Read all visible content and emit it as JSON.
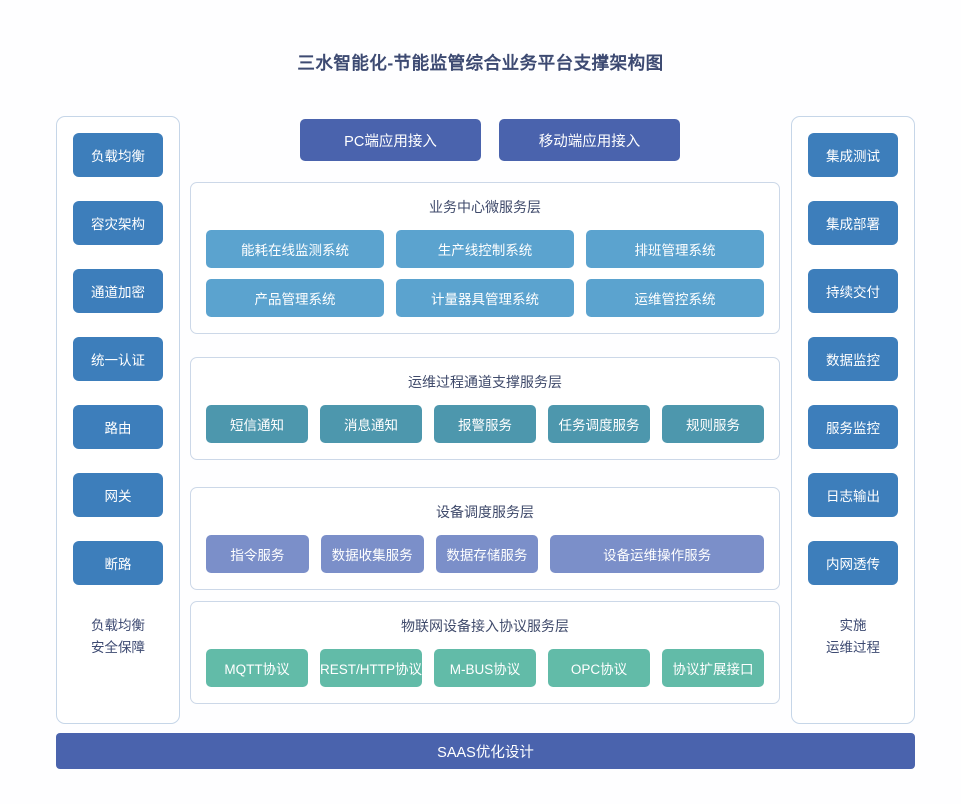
{
  "title": "三水智能化-节能监管综合业务平台支撑架构图",
  "colors": {
    "title_text": "#3d4a72",
    "side_button": "#3d7ebb",
    "access_button": "#4a63ad",
    "business_node": "#5ba3cf",
    "ops_node": "#4d97ad",
    "device_node": "#7b8fc9",
    "protocol_node": "#62bba8",
    "bottom_bar": "#4a63ad",
    "card_border": "#ccd8e8"
  },
  "left_column": {
    "items": [
      {
        "label": "负载均衡"
      },
      {
        "label": "容灾架构"
      },
      {
        "label": "通道加密"
      },
      {
        "label": "统一认证"
      },
      {
        "label": "路由"
      },
      {
        "label": "网关"
      },
      {
        "label": "断路"
      }
    ],
    "footer_line1": "负载均衡",
    "footer_line2": "安全保障"
  },
  "right_column": {
    "items": [
      {
        "label": "集成测试"
      },
      {
        "label": "集成部署"
      },
      {
        "label": "持续交付"
      },
      {
        "label": "数据监控"
      },
      {
        "label": "服务监控"
      },
      {
        "label": "日志输出"
      },
      {
        "label": "内网透传"
      }
    ],
    "footer_line1": "实施",
    "footer_line2": "运维过程"
  },
  "access": {
    "pc": "PC端应用接入",
    "mobile": "移动端应用接入"
  },
  "layers": {
    "business": {
      "title": "业务中心微服务层",
      "row1": [
        {
          "label": "能耗在线监测系统"
        },
        {
          "label": "生产线控制系统"
        },
        {
          "label": "排班管理系统"
        }
      ],
      "row2": [
        {
          "label": "产品管理系统"
        },
        {
          "label": "计量器具管理系统"
        },
        {
          "label": "运维管控系统"
        }
      ]
    },
    "ops": {
      "title": "运维过程通道支撑服务层",
      "items": [
        {
          "label": "短信通知"
        },
        {
          "label": "消息通知"
        },
        {
          "label": "报警服务"
        },
        {
          "label": "任务调度服务"
        },
        {
          "label": "规则服务"
        }
      ]
    },
    "device": {
      "title": "设备调度服务层",
      "items": [
        {
          "label": "指令服务"
        },
        {
          "label": "数据收集服务"
        },
        {
          "label": "数据存储服务"
        },
        {
          "label": "设备运维操作服务"
        }
      ]
    },
    "protocol": {
      "title": "物联网设备接入协议服务层",
      "items": [
        {
          "label": "MQTT协议"
        },
        {
          "label": "REST/HTTP协议"
        },
        {
          "label": "M-BUS协议"
        },
        {
          "label": "OPC协议"
        },
        {
          "label": "协议扩展接口"
        }
      ]
    }
  },
  "bottom_bar": {
    "label": "SAAS优化设计"
  }
}
